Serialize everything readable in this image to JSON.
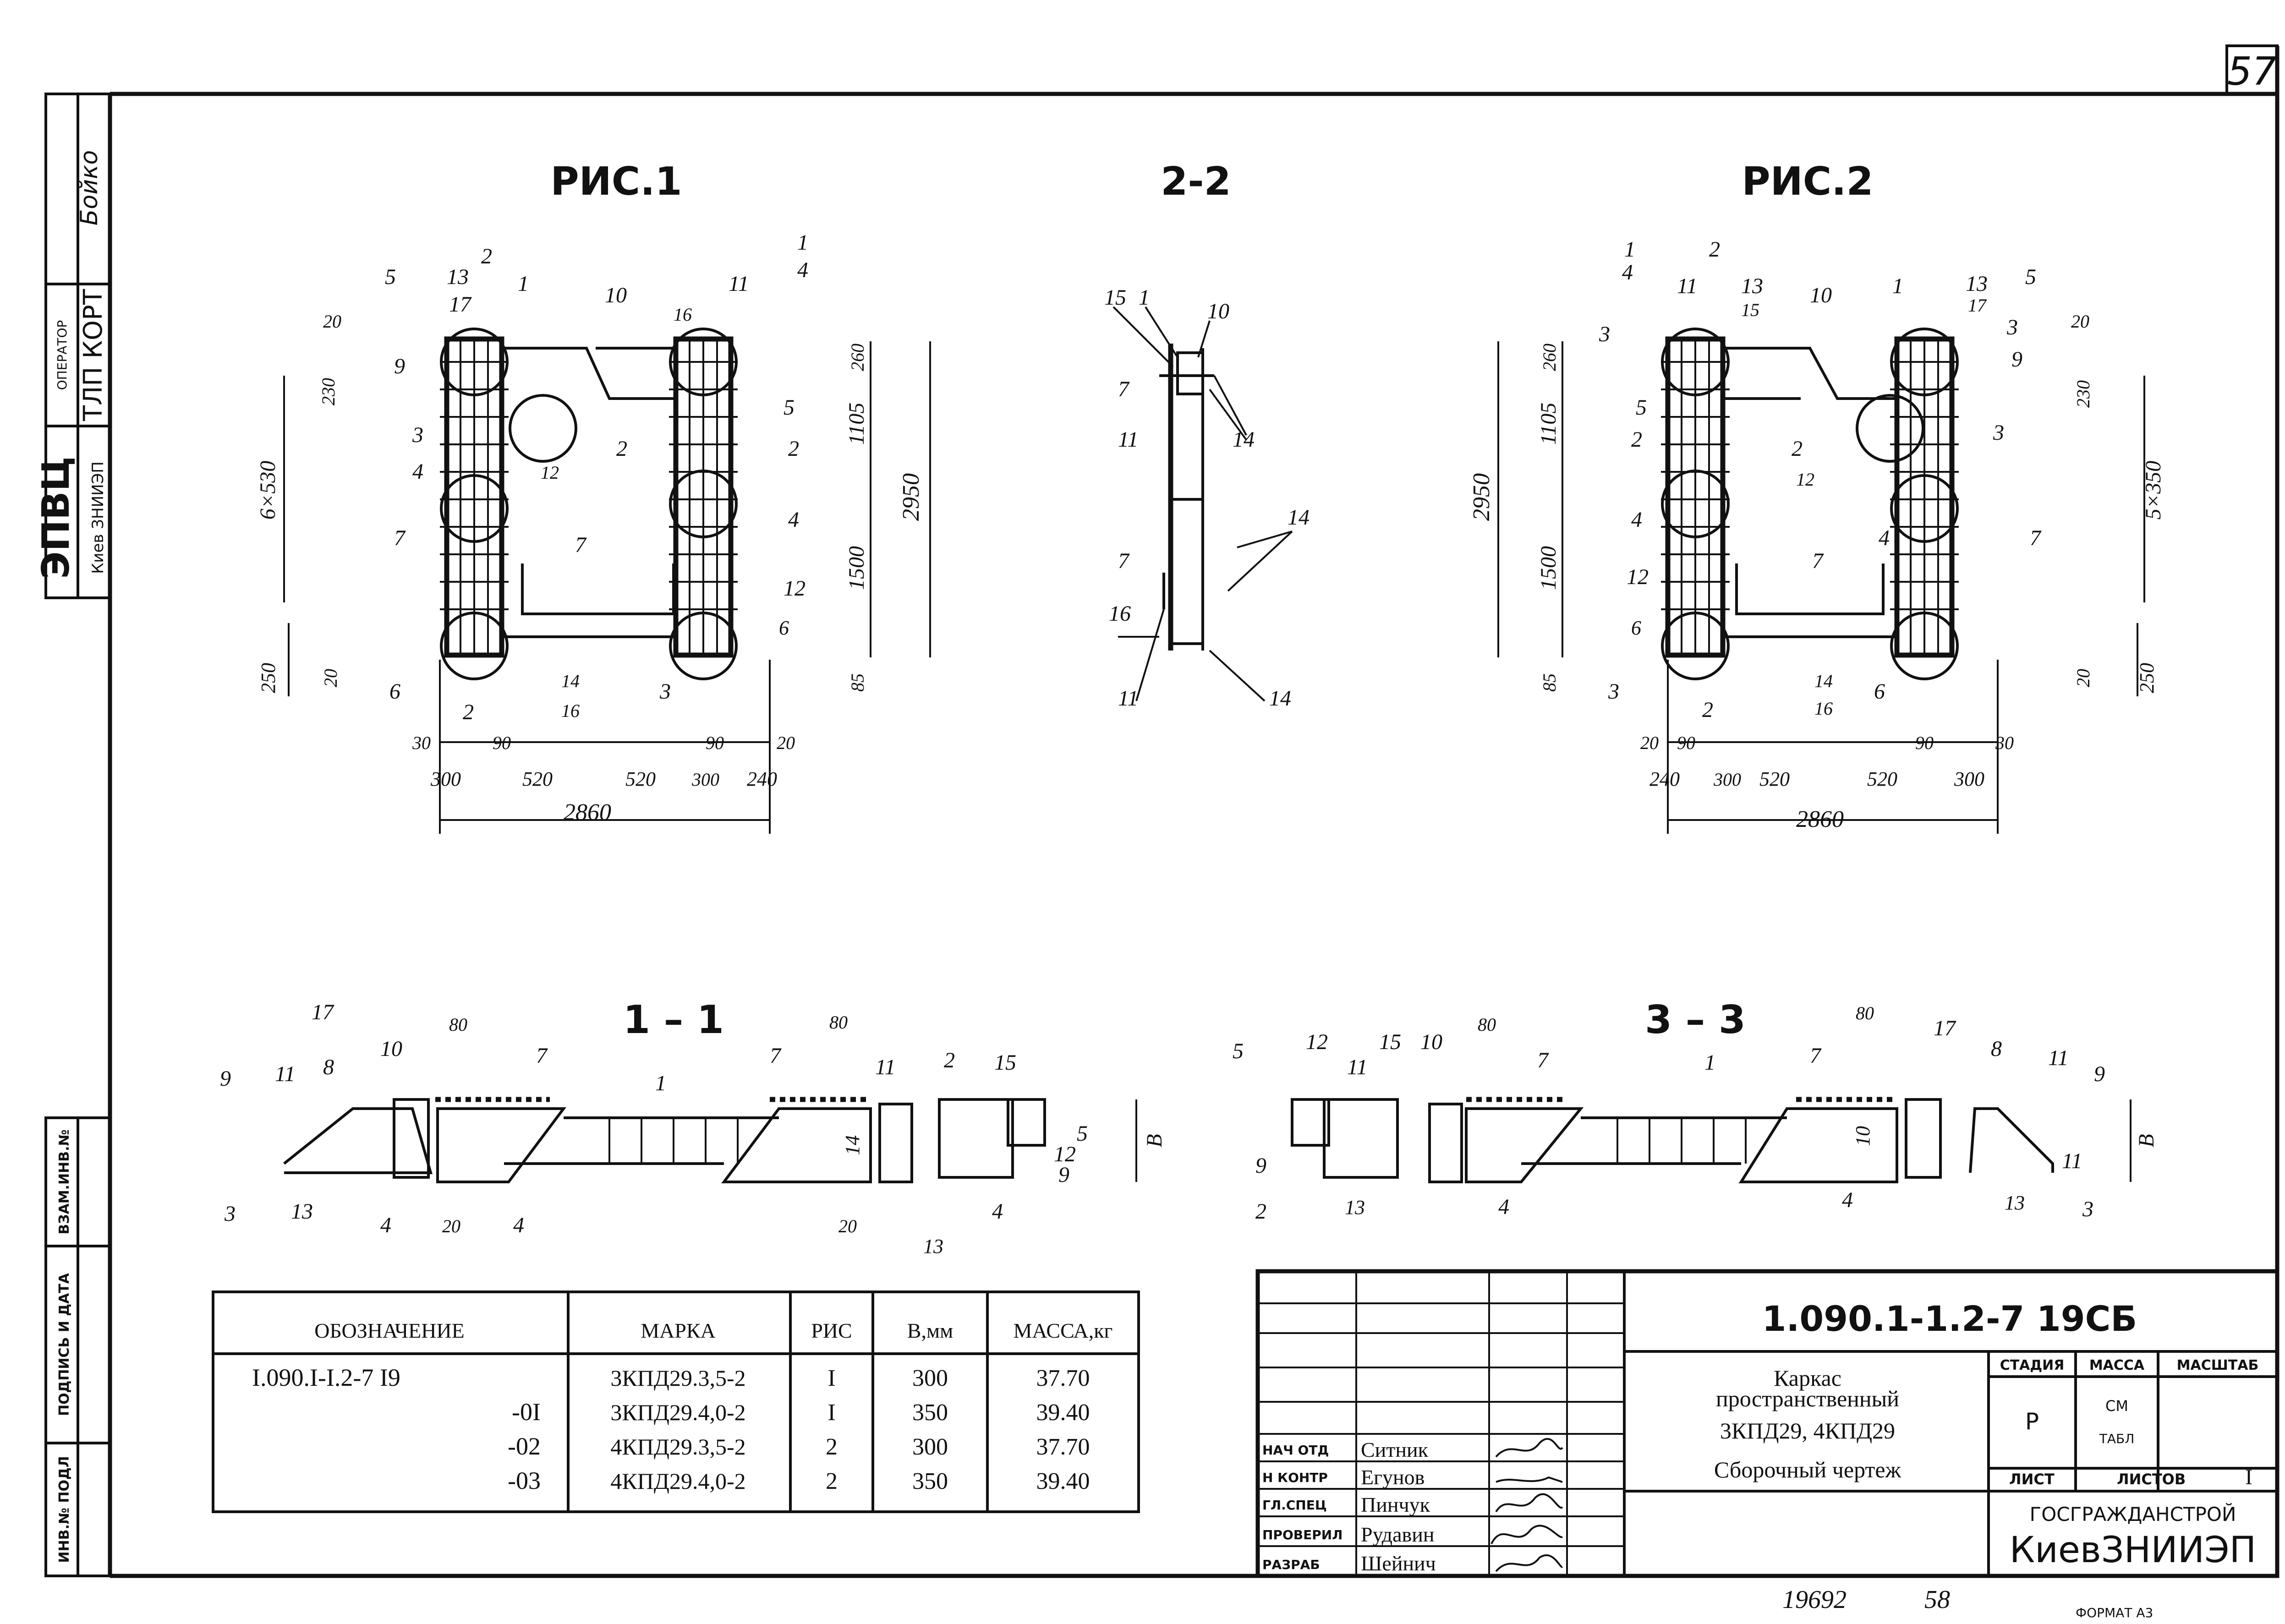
{
  "sheet_number": "57",
  "left_stamp": {
    "org": "ЭПВЦ",
    "org_city": "Киев ЗНИИЭП",
    "operator_label": "ОПЕРАТОР",
    "operator_value": "ТЛП КОРТ",
    "surname": "Бойко",
    "field_inv": "ИНВ.№ ПОДЛ",
    "field_sign_date": "ПОДПИСЬ И ДАТА",
    "field_vzam": "ВЗАМ.ИНВ.№"
  },
  "views": {
    "fig1_title": "РИС.1",
    "sec22_title": "2-2",
    "fig2_title": "РИС.2",
    "sec11_title": "1 – 1",
    "sec33_title": "3 – 3"
  },
  "fig1_dims": [
    "2950",
    "1105",
    "1500",
    "250",
    "6×530",
    "230",
    "20",
    "260",
    "85",
    "250",
    "20",
    "30",
    "90",
    "300",
    "520",
    "520",
    "300",
    "240",
    "90",
    "20",
    "2860"
  ],
  "fig2_dims": [
    "2950",
    "1105",
    "1500",
    "250",
    "5×350",
    "230",
    "20",
    "260",
    "85",
    "20",
    "90",
    "240",
    "300",
    "520",
    "520",
    "300",
    "90",
    "30",
    "2860"
  ],
  "fig_labels": [
    "1",
    "2",
    "3",
    "4",
    "5",
    "6",
    "7",
    "9",
    "10",
    "11",
    "12",
    "13",
    "14",
    "15",
    "16",
    "17"
  ],
  "sec_labels": {
    "s11": [
      "17",
      "9",
      "11",
      "8",
      "10",
      "80",
      "7",
      "1",
      "80",
      "7",
      "11",
      "2",
      "15",
      "5",
      "12",
      "9",
      "3",
      "13",
      "4",
      "20",
      "4",
      "14",
      "20",
      "13",
      "4",
      "В"
    ],
    "s22": [
      "15",
      "1",
      "10",
      "7",
      "11",
      "14",
      "14",
      "7",
      "16",
      "11",
      "14"
    ],
    "s33": [
      "5",
      "12",
      "11",
      "15",
      "10",
      "80",
      "7",
      "1",
      "7",
      "80",
      "17",
      "8",
      "11",
      "9",
      "9",
      "2",
      "13",
      "4",
      "10",
      "4",
      "13",
      "3",
      "11",
      "В"
    ]
  },
  "spec_table": {
    "headers": [
      "ОБОЗНАЧЕНИЕ",
      "МАРКА",
      "РИС",
      "В,мм",
      "МАССА,кг"
    ],
    "rows": [
      [
        "I.090.I-I.2-7 I9",
        "3КПД29.3,5-2",
        "I",
        "300",
        "37.70"
      ],
      [
        "-0I",
        "3КПД29.4,0-2",
        "I",
        "350",
        "39.40"
      ],
      [
        "-02",
        "4КПД29.3,5-2",
        "2",
        "300",
        "37.70"
      ],
      [
        "-03",
        "4КПД29.4,0-2",
        "2",
        "350",
        "39.40"
      ]
    ]
  },
  "title_block": {
    "code": "1.090.1-1.2-7  19СБ",
    "name_line1": "Каркас",
    "name_line2": "пространственный",
    "name_line3": "3КПД29, 4КПД29",
    "doc_type": "Сборочный  чертеж",
    "stage_label": "СТАДИЯ",
    "mass_label": "МАССА",
    "scale_label": "МАСШТАБ",
    "stage_value": "Р",
    "mass_value_1": "СМ",
    "mass_value_2": "ТАБЛ",
    "sheet_label": "ЛИСТ",
    "sheets_label": "ЛИСТОВ",
    "sheets_value": "I",
    "org1": "ГОСГРАЖДАНСТРОЙ",
    "org2": "КиевЗНИИЭП",
    "people": [
      {
        "role": "НАЧ ОТД",
        "name": "Ситник"
      },
      {
        "role": "Н КОНТР",
        "name": "Егунов"
      },
      {
        "role": "ГЛ.СПЕЦ",
        "name": "Пинчук"
      },
      {
        "role": "ПРОВЕРИЛ",
        "name": "Рудавин"
      },
      {
        "role": "РАЗРАБ",
        "name": "Шейнич"
      }
    ]
  },
  "footer": {
    "inv_number": "19692",
    "page_ref": "58",
    "format": "ФОРМАТ А3"
  }
}
